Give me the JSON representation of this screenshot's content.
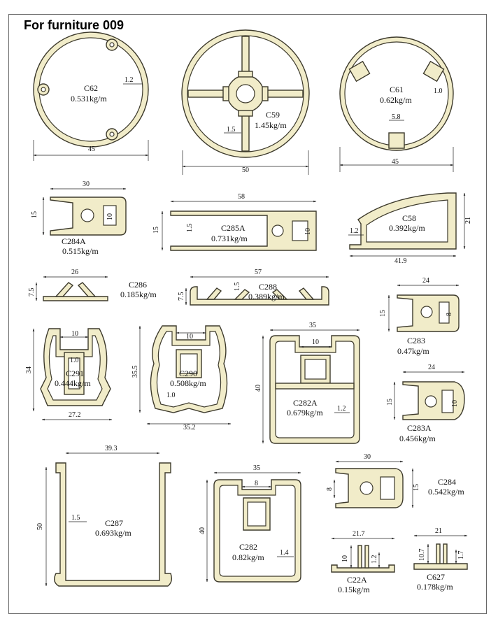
{
  "header": {
    "title": "For furniture 009"
  },
  "colors": {
    "profile_fill": "#f1ecc9",
    "profile_stroke": "#3d3a2c",
    "frame": "#666666"
  },
  "profiles": {
    "c62": {
      "code": "C62",
      "weight": "0.531kg/m",
      "dims": [
        "45",
        "1.2"
      ]
    },
    "c59": {
      "code": "C59",
      "weight": "1.45kg/m",
      "dims": [
        "50",
        "1.5"
      ]
    },
    "c61": {
      "code": "C61",
      "weight": "0.62kg/m",
      "dims": [
        "45",
        "1.0",
        "5.8"
      ]
    },
    "c284a": {
      "code": "C284A",
      "weight": "0.515kg/m",
      "dims": [
        "30",
        "15",
        "10"
      ]
    },
    "c285a": {
      "code": "C285A",
      "weight": "0.731kg/m",
      "dims": [
        "58",
        "15",
        "1.5",
        "10"
      ]
    },
    "c58": {
      "code": "C58",
      "weight": "0.392kg/m",
      "dims": [
        "41.9",
        "21",
        "1.2"
      ]
    },
    "c286": {
      "code": "C286",
      "weight": "0.185kg/m",
      "dims": [
        "26",
        "7.5"
      ]
    },
    "c288": {
      "code": "C288",
      "weight": "0.389kg/m",
      "dims": [
        "57",
        "7.5",
        "1.5"
      ]
    },
    "c283": {
      "code": "C283",
      "weight": "0.47kg/m",
      "dims": [
        "24",
        "15",
        "8"
      ]
    },
    "c291": {
      "code": "C291",
      "weight": "0.444kg/m",
      "dims": [
        "10",
        "1.0",
        "34",
        "27.2"
      ]
    },
    "c290": {
      "code": "C290",
      "weight": "0.508kg/m",
      "dims": [
        "10",
        "35.5",
        "1.0",
        "35.2"
      ]
    },
    "c282a": {
      "code": "C282A",
      "weight": "0.679kg/m",
      "dims": [
        "35",
        "10",
        "40",
        "1.2"
      ]
    },
    "c283a": {
      "code": "C283A",
      "weight": "0.456kg/m",
      "dims": [
        "24",
        "15",
        "10"
      ]
    },
    "c287": {
      "code": "C287",
      "weight": "0.693kg/m",
      "dims": [
        "39.3",
        "50",
        "1.5"
      ]
    },
    "c282": {
      "code": "C282",
      "weight": "0.82kg/m",
      "dims": [
        "35",
        "8",
        "40",
        "1.4"
      ]
    },
    "c284": {
      "code": "C284",
      "weight": "0.542kg/m",
      "dims": [
        "30",
        "8",
        "15"
      ]
    },
    "c22a": {
      "code": "C22A",
      "weight": "0.15kg/m",
      "dims": [
        "21.7",
        "10",
        "1.2"
      ]
    },
    "c627": {
      "code": "C627",
      "weight": "0.178kg/m",
      "dims": [
        "21",
        "10.7",
        "1.7"
      ]
    }
  }
}
